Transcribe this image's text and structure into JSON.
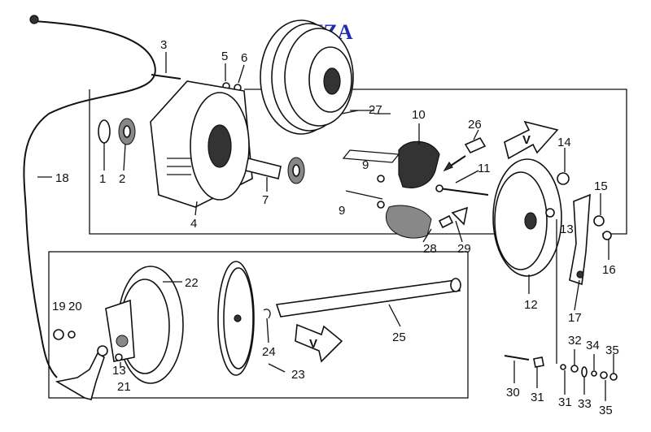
{
  "watermark": "© MZA",
  "parts": [
    {
      "id": "p1",
      "label": "1"
    },
    {
      "id": "p2",
      "label": "2"
    },
    {
      "id": "p3",
      "label": "3"
    },
    {
      "id": "p4",
      "label": "4"
    },
    {
      "id": "p5",
      "label": "5"
    },
    {
      "id": "p6",
      "label": "6"
    },
    {
      "id": "p7",
      "label": "7"
    },
    {
      "id": "p9a",
      "label": "9"
    },
    {
      "id": "p9b",
      "label": "9"
    },
    {
      "id": "p10",
      "label": "10"
    },
    {
      "id": "p11",
      "label": "11"
    },
    {
      "id": "p12",
      "label": "12"
    },
    {
      "id": "p13a",
      "label": "13"
    },
    {
      "id": "p13b",
      "label": "13"
    },
    {
      "id": "p14",
      "label": "14"
    },
    {
      "id": "p15",
      "label": "15"
    },
    {
      "id": "p16",
      "label": "16"
    },
    {
      "id": "p17",
      "label": "17"
    },
    {
      "id": "p18",
      "label": "18"
    },
    {
      "id": "p19",
      "label": "19"
    },
    {
      "id": "p20",
      "label": "20"
    },
    {
      "id": "p21",
      "label": "21"
    },
    {
      "id": "p22",
      "label": "22"
    },
    {
      "id": "p23",
      "label": "23"
    },
    {
      "id": "p24",
      "label": "24"
    },
    {
      "id": "p25",
      "label": "25"
    },
    {
      "id": "p26",
      "label": "26"
    },
    {
      "id": "p27",
      "label": "27"
    },
    {
      "id": "p28",
      "label": "28"
    },
    {
      "id": "p29",
      "label": "29"
    },
    {
      "id": "p30",
      "label": "30"
    },
    {
      "id": "p31a",
      "label": "31"
    },
    {
      "id": "p31b",
      "label": "31"
    },
    {
      "id": "p32",
      "label": "32"
    },
    {
      "id": "p33",
      "label": "33"
    },
    {
      "id": "p34",
      "label": "34"
    },
    {
      "id": "p35a",
      "label": "35"
    },
    {
      "id": "p35b",
      "label": "35"
    }
  ],
  "direction_marks": [
    "V",
    "V"
  ]
}
